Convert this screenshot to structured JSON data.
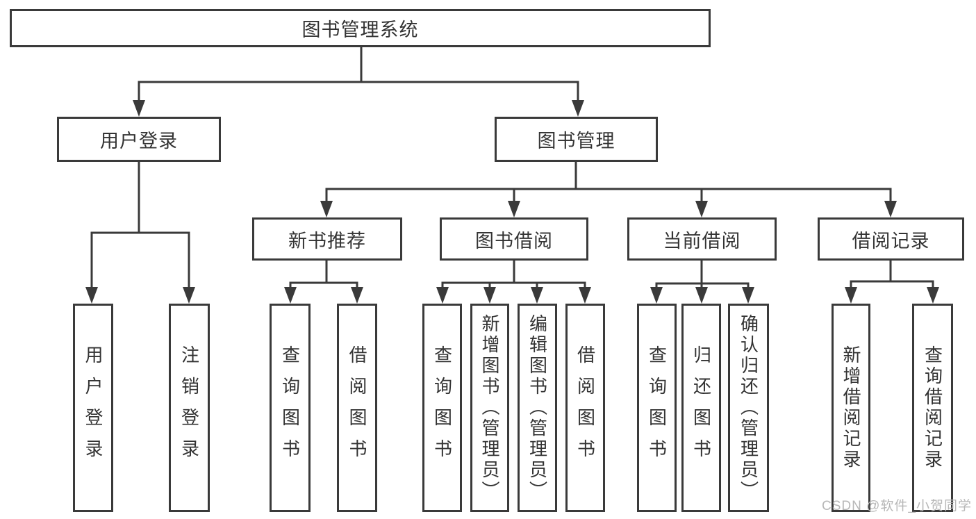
{
  "title": "图书管理系统",
  "tree": {
    "root": "图书管理系统",
    "branches": [
      {
        "label": "用户登录",
        "children": [
          "用户登录",
          "注销登录"
        ]
      },
      {
        "label": "图书管理",
        "children": [
          {
            "label": "新书推荐",
            "children": [
              "查询图书",
              "借阅图书"
            ]
          },
          {
            "label": "图书借阅",
            "children": [
              "查询图书",
              "新增图书（管理员）",
              "编辑图书（管理员）",
              "借阅图书"
            ]
          },
          {
            "label": "当前借阅",
            "children": [
              "查询图书",
              "归还图书",
              "确认归还（管理员）"
            ]
          },
          {
            "label": "借阅记录",
            "children": [
              "新增借阅记录",
              "查询借阅记录"
            ]
          }
        ]
      }
    ]
  },
  "watermark": {
    "text": "CSDN @软件_小贺同学"
  },
  "colors": {
    "line": "#3a3a3a",
    "box_border": "#3a3a3a",
    "text": "#333333",
    "watermark": "#b7b7b7",
    "background": "#ffffff"
  }
}
